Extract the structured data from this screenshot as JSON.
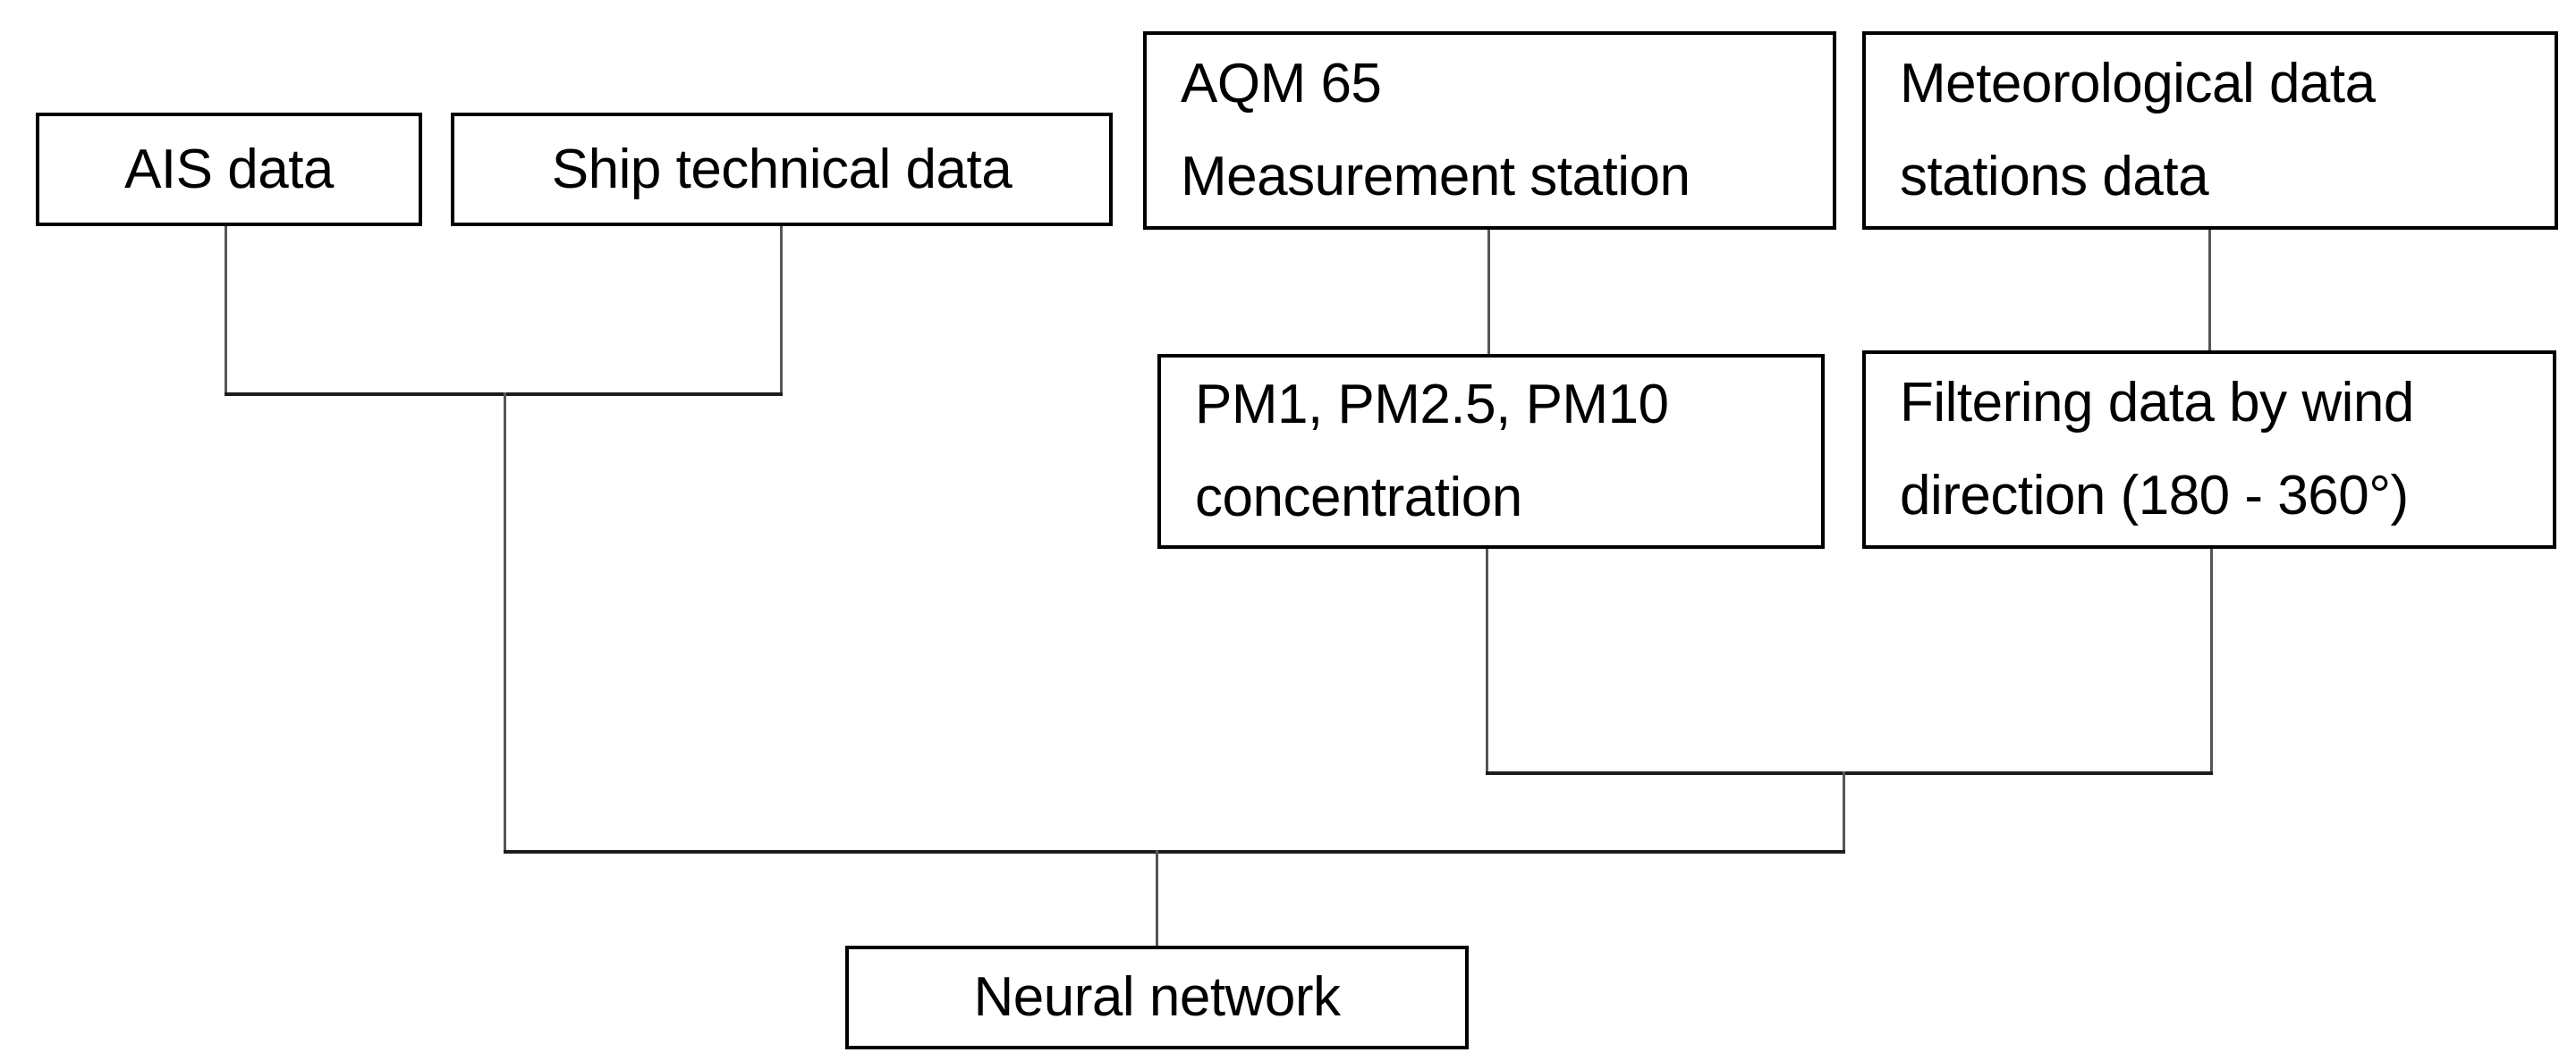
{
  "diagram": {
    "type": "flowchart",
    "background": "#ffffff",
    "nodes": {
      "ais": {
        "lines": [
          "AIS data"
        ]
      },
      "ship": {
        "lines": [
          "Ship technical data"
        ]
      },
      "aqm": {
        "lines": [
          "AQM 65",
          "Measurement station"
        ]
      },
      "meteo": {
        "lines": [
          "Meteorological data",
          "stations data"
        ]
      },
      "pm": {
        "lines": [
          "PM1, PM2.5, PM10",
          "concentration"
        ]
      },
      "filter": {
        "lines": [
          "Filtering data by wind",
          "direction (180 - 360°)"
        ]
      },
      "nn": {
        "lines": [
          "Neural network"
        ]
      }
    },
    "edges": [
      {
        "from": "ais",
        "to": "nn"
      },
      {
        "from": "ship",
        "to": "nn"
      },
      {
        "from": "aqm",
        "to": "pm"
      },
      {
        "from": "meteo",
        "to": "filter"
      },
      {
        "from": "pm",
        "to": "nn"
      },
      {
        "from": "filter",
        "to": "nn"
      }
    ],
    "colors": {
      "box_border": "#000000",
      "box_fill": "#ffffff",
      "text": "#000000",
      "connector_vertical": "#555555",
      "connector_horizontal": "#1c1c1c"
    }
  }
}
